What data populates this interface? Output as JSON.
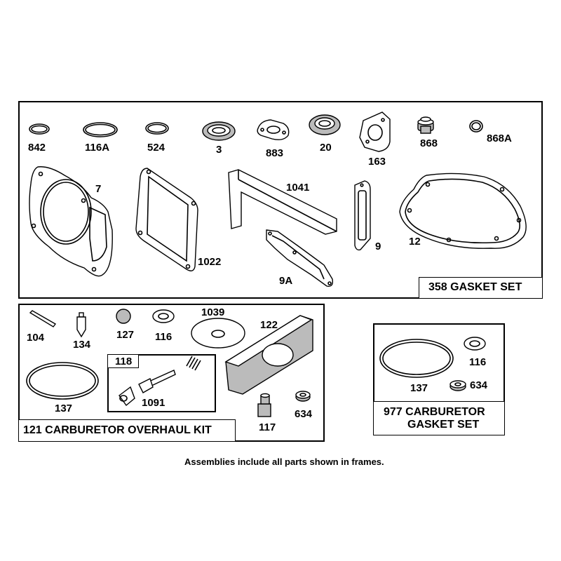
{
  "gasket_set": {
    "title": "358 GASKET SET",
    "parts": {
      "p842": "842",
      "p116a": "116A",
      "p524": "524",
      "p3": "3",
      "p883": "883",
      "p20": "20",
      "p868": "868",
      "p163": "163",
      "p868a": "868A",
      "p7": "7",
      "p1022": "1022",
      "p1041": "1041",
      "p9": "9",
      "p12": "12",
      "p9a": "9A"
    }
  },
  "overhaul_kit": {
    "title": "121 CARBURETOR OVERHAUL KIT",
    "parts": {
      "p104": "104",
      "p134": "134",
      "p127": "127",
      "p116": "116",
      "p1039": "1039",
      "p122": "122",
      "p137": "137",
      "p1091": "1091",
      "p117": "117",
      "p634": "634"
    },
    "subkit_label": "118"
  },
  "carb_gasket_set": {
    "title_line1": "977 CARBURETOR",
    "title_line2": "GASKET SET",
    "parts": {
      "p116": "116",
      "p137": "137",
      "p634": "634"
    }
  },
  "footnote": "Assemblies include all parts shown in frames."
}
